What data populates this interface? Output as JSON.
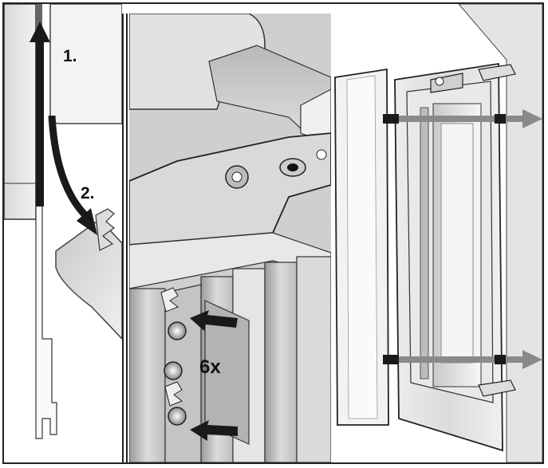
{
  "steps": {
    "step1": "1.",
    "step2": "2."
  },
  "quantity_label": "6x",
  "colors": {
    "arrow_dark": "#1a1a1a",
    "arrow_gray": "#8a8a8a",
    "frame": "#222222"
  },
  "icons": {
    "arrow_up": "up-arrow-icon",
    "arrow_curved": "curved-arrow-icon",
    "arrow_screw": "pointing-arrow-icon",
    "arrow_pull": "pull-arrow-icon"
  }
}
